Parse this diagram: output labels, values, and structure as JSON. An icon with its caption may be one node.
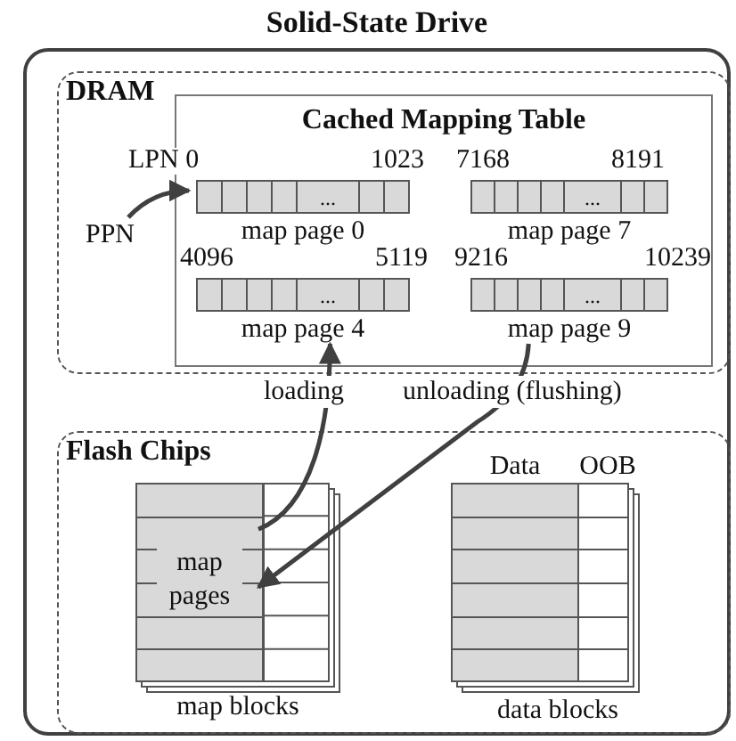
{
  "diagram": {
    "nodes": [
      {
        "text": [
          "Solid-State Drive"
        ]
      },
      {
        "text": [
          "DRAM"
        ],
        "in": 0
      },
      {
        "text": [
          "Cached Mapping Table"
        ],
        "in": 1
      },
      {
        "text": [
          "..."
        ],
        "in": 2,
        "beside": [
          "LPN 0",
          "1023",
          "map page 0"
        ]
      },
      {
        "text": [
          "..."
        ],
        "in": 2,
        "beside": [
          "7168",
          "8191",
          "map page 7"
        ]
      },
      {
        "text": [
          "..."
        ],
        "in": 2,
        "beside": [
          "4096",
          "5119",
          "map page 4"
        ]
      },
      {
        "text": [
          "..."
        ],
        "in": 2,
        "beside": [
          "9216",
          "10239",
          "map page 9"
        ]
      },
      {
        "text": [
          "PPN"
        ],
        "in": 1
      },
      {
        "text": [
          "Flash Chips"
        ],
        "in": 0
      },
      {
        "text": [
          "map pages"
        ],
        "in": 8,
        "beside": [
          "map blocks"
        ]
      },
      {
        "text": [],
        "shape": "box",
        "in": 8,
        "beside": [
          "Data",
          "OOB",
          "data blocks"
        ]
      }
    ],
    "edges": [
      {
        "from": 7,
        "to": 3,
        "arrow": "to"
      },
      {
        "from": 9,
        "to": 5,
        "arrow": "to",
        "label": "loading"
      },
      {
        "from": 6,
        "to": 9,
        "arrow": "to",
        "label": "unloading (flushing)"
      }
    ]
  }
}
